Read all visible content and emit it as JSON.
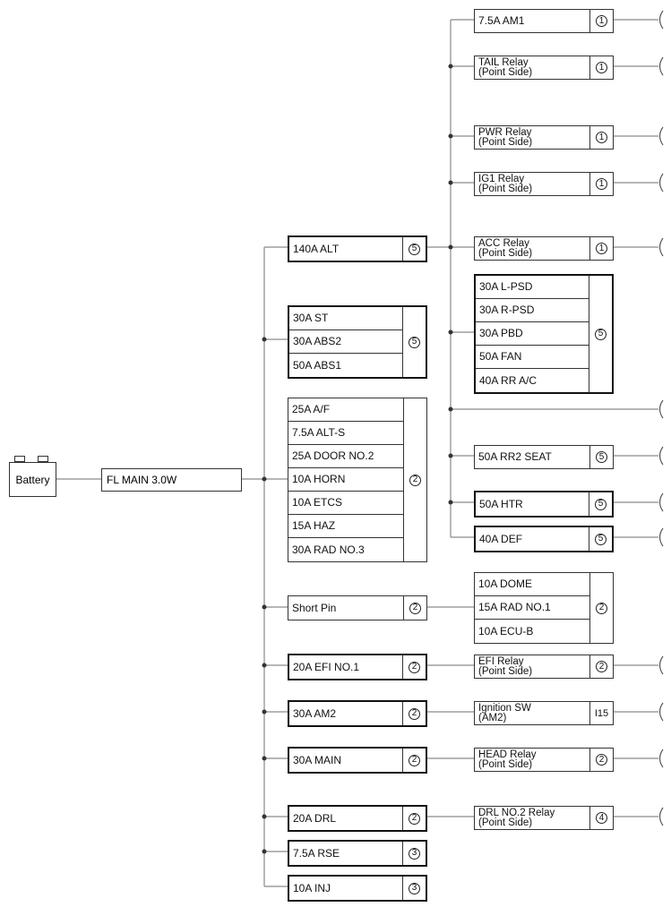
{
  "battery": {
    "label": "Battery"
  },
  "main_fuse": {
    "label": "FL MAIN 3.0W"
  },
  "left_column": [
    {
      "id": "alt",
      "labels": [
        "140A ALT"
      ],
      "connector": "5"
    },
    {
      "id": "st-group",
      "labels": [
        "30A ST",
        "30A ABS2",
        "50A ABS1"
      ],
      "connector": "5"
    },
    {
      "id": "af-group",
      "labels": [
        "25A A/F",
        "7.5A ALT-S",
        "25A DOOR NO.2",
        "10A HORN",
        "10A ETCS",
        "15A HAZ",
        "30A RAD NO.3"
      ],
      "connector": "2"
    },
    {
      "id": "short-pin",
      "labels": [
        "Short Pin"
      ],
      "connector": "2"
    },
    {
      "id": "efi",
      "labels": [
        "20A EFI NO.1"
      ],
      "connector": "2"
    },
    {
      "id": "am2",
      "labels": [
        "30A AM2"
      ],
      "connector": "2"
    },
    {
      "id": "main",
      "labels": [
        "30A MAIN"
      ],
      "connector": "2"
    },
    {
      "id": "drl",
      "labels": [
        "20A DRL"
      ],
      "connector": "2"
    },
    {
      "id": "rse",
      "labels": [
        "7.5A RSE"
      ],
      "connector": "3"
    },
    {
      "id": "inj",
      "labels": [
        "10A INJ"
      ],
      "connector": "3"
    }
  ],
  "right_column": [
    {
      "id": "am1",
      "labels": [
        "7.5A AM1"
      ],
      "connector": "1"
    },
    {
      "id": "tail-relay",
      "labels": [
        "TAIL Relay\n(Point Side)"
      ],
      "connector": "1"
    },
    {
      "id": "pwr-relay",
      "labels": [
        "PWR Relay\n(Point Side)"
      ],
      "connector": "1"
    },
    {
      "id": "ig1-relay",
      "labels": [
        "IG1 Relay\n(Point Side)"
      ],
      "connector": "1"
    },
    {
      "id": "acc-relay",
      "labels": [
        "ACC Relay\n(Point Side)"
      ],
      "connector": "1"
    },
    {
      "id": "psd-group",
      "labels": [
        "30A L-PSD",
        "30A R-PSD",
        "30A PBD",
        "50A FAN",
        "40A RR A/C"
      ],
      "connector": "5"
    },
    {
      "id": "rr2-seat",
      "labels": [
        "50A RR2 SEAT"
      ],
      "connector": "5"
    },
    {
      "id": "htr",
      "labels": [
        "50A HTR"
      ],
      "connector": "5"
    },
    {
      "id": "def",
      "labels": [
        "40A DEF"
      ],
      "connector": "5"
    },
    {
      "id": "dome-group",
      "labels": [
        "10A DOME",
        "15A RAD NO.1",
        "10A ECU-B"
      ],
      "connector": "2"
    },
    {
      "id": "efi-relay",
      "labels": [
        "EFI Relay\n(Point Side)"
      ],
      "connector": "2"
    },
    {
      "id": "ign-sw",
      "labels": [
        "Ignition SW\n(AM2)"
      ],
      "connector": "I15",
      "connector_style": "plain"
    },
    {
      "id": "head-relay",
      "labels": [
        "HEAD Relay\n(Point Side)"
      ],
      "connector": "2"
    },
    {
      "id": "drl2-relay",
      "labels": [
        "DRL NO.2 Relay\n(Point Side)"
      ],
      "connector": "4"
    }
  ]
}
